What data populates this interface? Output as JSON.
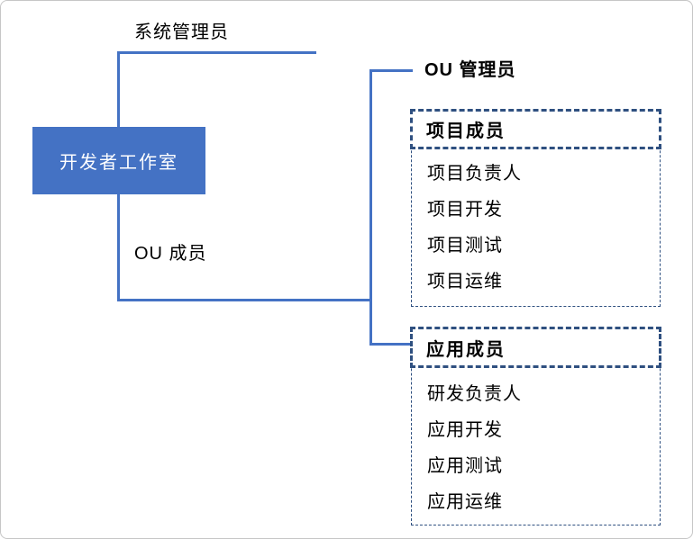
{
  "root": {
    "label": "开发者工作室"
  },
  "labels": {
    "system_admin": "系统管理员",
    "ou_member": "OU 成员",
    "ou_admin": "OU 管理员"
  },
  "groups": [
    {
      "header": "项目成员",
      "items": [
        "项目负责人",
        "项目开发",
        "项目测试",
        "项目运维"
      ]
    },
    {
      "header": "应用成员",
      "items": [
        "研发负责人",
        "应用开发",
        "应用测试",
        "应用运维"
      ]
    }
  ],
  "colors": {
    "accent_blue": "#4472C4",
    "dashed_navy": "#2F5080",
    "text_black": "#000000",
    "canvas_border_gray": "#C6C6C6",
    "canvas_background": "#FFFFFF",
    "root_text_white": "#FFFFFF"
  }
}
